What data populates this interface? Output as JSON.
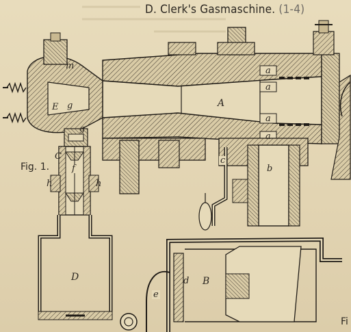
{
  "header": {
    "title": "D. Clerk's Gasmaschine.",
    "page_ref": "(1-4)"
  },
  "figures": {
    "fig1": "Fig. 1.",
    "fig_edge": "Fi"
  },
  "labels": {
    "A": "A",
    "B": "B",
    "D": "D",
    "a1": "a",
    "a2": "a",
    "a3": "a",
    "a4": "a",
    "b": "b",
    "c": "c",
    "C": "C",
    "d": "d",
    "e": "e",
    "f": "f",
    "g1": "g",
    "g2": "g",
    "h1": "h",
    "h2": "h",
    "m": "m",
    "E": "E"
  }
}
